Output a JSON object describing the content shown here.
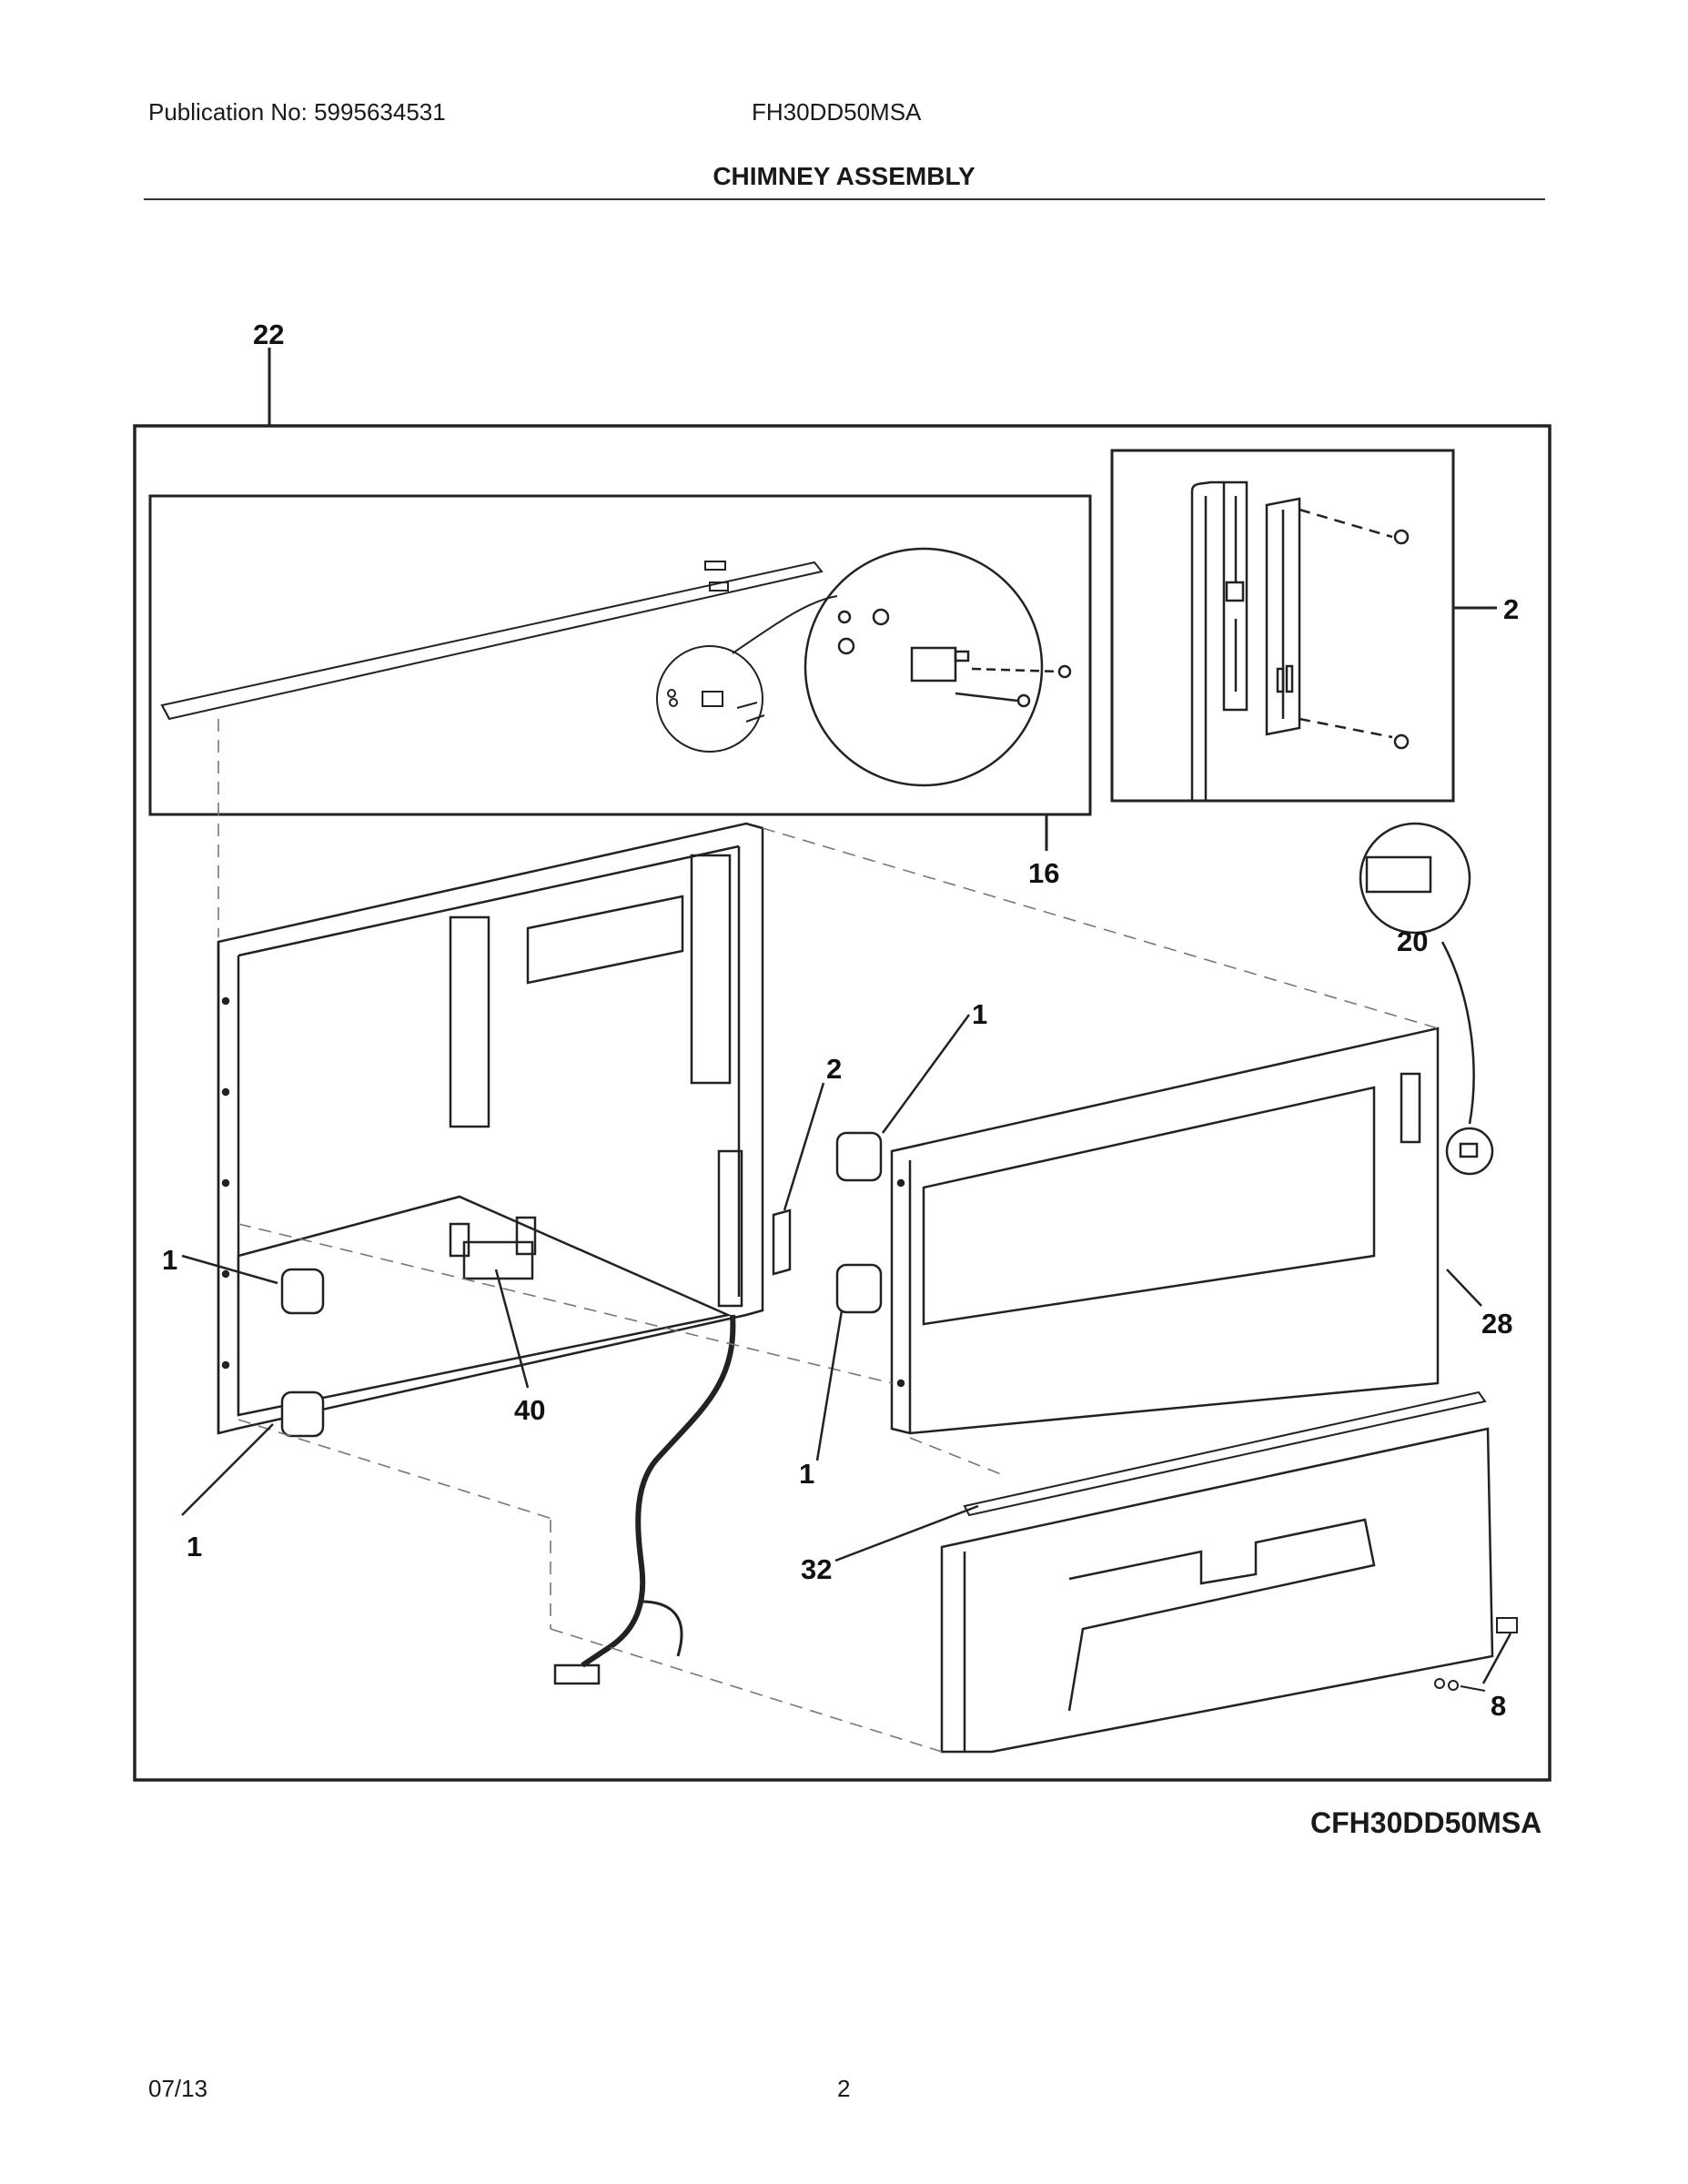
{
  "header": {
    "publication": "Publication No: 5995634531",
    "model": "FH30DD50MSA",
    "title": "CHIMNEY ASSEMBLY"
  },
  "diagram": {
    "drawing_code": "CFH30DD50MSA",
    "callouts": [
      "22",
      "2",
      "16",
      "20",
      "1",
      "2",
      "28",
      "1",
      "40",
      "1",
      "1",
      "32",
      "8"
    ]
  },
  "footer": {
    "date": "07/13",
    "page": "2"
  }
}
